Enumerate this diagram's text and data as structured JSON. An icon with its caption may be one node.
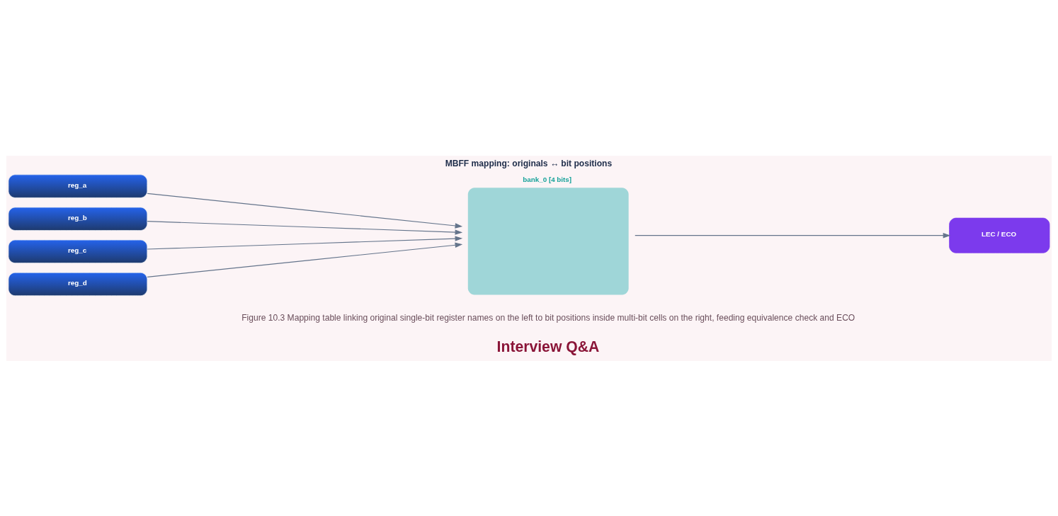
{
  "diagram": {
    "title": "MBFF mapping: originals ↔ bit positions",
    "caption": "Figure 10.3 Mapping table linking original single-bit register names on the left to bit positions inside multi-bit cells on the right, feeding equivalence check and ECO",
    "nodes": [
      {
        "text": [
          "reg_a"
        ]
      },
      {
        "text": [
          "reg_b"
        ]
      },
      {
        "text": [
          "reg_c"
        ]
      },
      {
        "text": [
          "reg_d"
        ]
      },
      {
        "text": [
          "bank_0 [4 bits]"
        ]
      },
      {
        "text": [
          "LEC / ECO"
        ]
      }
    ],
    "edges": [
      {
        "from": 0,
        "to": 4,
        "arrow": "to"
      },
      {
        "from": 1,
        "to": 4,
        "arrow": "to"
      },
      {
        "from": 2,
        "to": 4,
        "arrow": "to"
      },
      {
        "from": 3,
        "to": 4,
        "arrow": "to"
      },
      {
        "from": 4,
        "to": 5,
        "arrow": "to"
      }
    ],
    "labels": [
      "Interview Q&A"
    ]
  }
}
